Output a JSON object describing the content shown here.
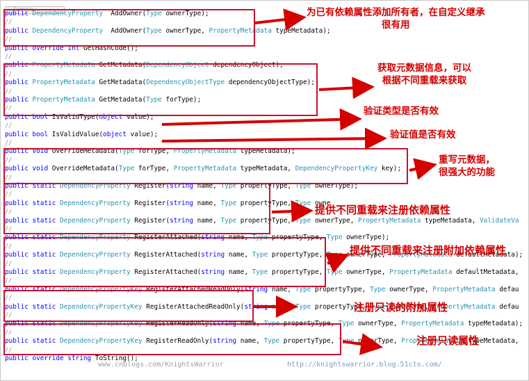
{
  "summary_tab": "/ Summary",
  "comment": "//",
  "lines": [
    {
      "t": "code",
      "tokens": [
        [
          "kw",
          "public "
        ],
        [
          "ty",
          "DependencyProperty"
        ],
        [
          "",
          "  AddOwner("
        ],
        [
          "ty",
          "Type"
        ],
        [
          "",
          " ownerType);"
        ]
      ]
    },
    {
      "t": "comment"
    },
    {
      "t": "code",
      "tokens": [
        [
          "kw",
          "public "
        ],
        [
          "ty",
          "DependencyProperty"
        ],
        [
          "",
          "  AddOwner("
        ],
        [
          "ty",
          "Type"
        ],
        [
          "",
          " ownerType, "
        ],
        [
          "ty",
          "PropertyMetadata"
        ],
        [
          "",
          " typeMetadata);"
        ]
      ]
    },
    {
      "t": "comment"
    },
    {
      "t": "code",
      "tokens": [
        [
          "kw",
          "public override int "
        ],
        [
          "",
          "GetHashCode();"
        ]
      ]
    },
    {
      "t": "comment"
    },
    {
      "t": "code",
      "tokens": [
        [
          "kw",
          "public "
        ],
        [
          "ty",
          "PropertyMetadata"
        ],
        [
          "",
          " GetMetadata("
        ],
        [
          "ty",
          "DependencyObject"
        ],
        [
          "",
          " dependencyObject);"
        ]
      ]
    },
    {
      "t": "comment"
    },
    {
      "t": "code",
      "tokens": [
        [
          "kw",
          "public "
        ],
        [
          "ty",
          "PropertyMetadata"
        ],
        [
          "",
          " GetMetadata("
        ],
        [
          "ty",
          "DependencyObjectType"
        ],
        [
          "",
          " dependencyObjectType);"
        ]
      ]
    },
    {
      "t": "comment"
    },
    {
      "t": "code",
      "tokens": [
        [
          "kw",
          "public "
        ],
        [
          "ty",
          "PropertyMetadata"
        ],
        [
          "",
          " GetMetadata("
        ],
        [
          "ty",
          "Type"
        ],
        [
          "",
          " forType);"
        ]
      ]
    },
    {
      "t": "comment"
    },
    {
      "t": "code",
      "tokens": [
        [
          "kw",
          "public bool "
        ],
        [
          "",
          "IsValidType("
        ],
        [
          "kw",
          "object"
        ],
        [
          "",
          " value);"
        ]
      ]
    },
    {
      "t": "comment"
    },
    {
      "t": "code",
      "tokens": [
        [
          "kw",
          "public bool "
        ],
        [
          "",
          "IsValidValue("
        ],
        [
          "kw",
          "object"
        ],
        [
          "",
          " value);"
        ]
      ]
    },
    {
      "t": "comment"
    },
    {
      "t": "code",
      "tokens": [
        [
          "kw",
          "public void "
        ],
        [
          "",
          "OverrideMetadata("
        ],
        [
          "ty",
          "Type"
        ],
        [
          "",
          " forType, "
        ],
        [
          "ty",
          "PropertyMetadata"
        ],
        [
          "",
          " typeMetadata);"
        ]
      ]
    },
    {
      "t": "comment"
    },
    {
      "t": "code",
      "tokens": [
        [
          "kw",
          "public void "
        ],
        [
          "",
          "OverrideMetadata("
        ],
        [
          "ty",
          "Type"
        ],
        [
          "",
          " forType, "
        ],
        [
          "ty",
          "PropertyMetadata"
        ],
        [
          "",
          " typeMetadata, "
        ],
        [
          "ty",
          "DependencyPropertyKey"
        ],
        [
          "",
          " key);"
        ]
      ]
    },
    {
      "t": "comment"
    },
    {
      "t": "code",
      "tokens": [
        [
          "kw",
          "public static "
        ],
        [
          "ty",
          "DependencyProperty"
        ],
        [
          "",
          " Register("
        ],
        [
          "kw",
          "string"
        ],
        [
          "",
          " name, "
        ],
        [
          "ty",
          "Type"
        ],
        [
          "",
          " propertyType, "
        ],
        [
          "ty",
          "Type"
        ],
        [
          "",
          " ownerType);"
        ]
      ]
    },
    {
      "t": "comment"
    },
    {
      "t": "code",
      "tokens": [
        [
          "kw",
          "public static "
        ],
        [
          "ty",
          "DependencyProperty"
        ],
        [
          "",
          " Register("
        ],
        [
          "kw",
          "string"
        ],
        [
          "",
          " name, "
        ],
        [
          "ty",
          "Type"
        ],
        [
          "",
          " propertyType, "
        ],
        [
          "ty",
          "Type"
        ],
        [
          "",
          " owne"
        ]
      ]
    },
    {
      "t": "comment"
    },
    {
      "t": "code",
      "tokens": [
        [
          "kw",
          "public static "
        ],
        [
          "ty",
          "DependencyProperty"
        ],
        [
          "",
          " Register("
        ],
        [
          "kw",
          "string"
        ],
        [
          "",
          " name, "
        ],
        [
          "ty",
          "Type"
        ],
        [
          "",
          " propertyType, "
        ],
        [
          "ty",
          "Type"
        ],
        [
          "",
          " ownerType, "
        ],
        [
          "ty",
          "PropertyMetadata"
        ],
        [
          "",
          " typeMetadata, "
        ],
        [
          "ty",
          "ValidateVa"
        ]
      ]
    },
    {
      "t": "comment"
    },
    {
      "t": "code",
      "tokens": [
        [
          "kw",
          "public static "
        ],
        [
          "ty",
          "DependencyProperty"
        ],
        [
          "",
          " RegisterAttached("
        ],
        [
          "kw",
          "string"
        ],
        [
          "",
          " name, "
        ],
        [
          "ty",
          "Type"
        ],
        [
          "",
          " propertyType, "
        ],
        [
          "ty",
          "Type"
        ],
        [
          "",
          " ownerType);"
        ]
      ]
    },
    {
      "t": "comment"
    },
    {
      "t": "code",
      "tokens": [
        [
          "kw",
          "public static "
        ],
        [
          "ty",
          "DependencyProperty"
        ],
        [
          "",
          " RegisterAttached("
        ],
        [
          "kw",
          "string"
        ],
        [
          "",
          " name, "
        ],
        [
          "ty",
          "Type"
        ],
        [
          "",
          " propertyType, "
        ],
        [
          "ty",
          "Type"
        ],
        [
          "",
          " ownerType, "
        ],
        [
          "ty",
          "PropertyMetadata"
        ],
        [
          "",
          " defaultMetadata);"
        ]
      ]
    },
    {
      "t": "comment"
    },
    {
      "t": "code",
      "tokens": [
        [
          "kw",
          "public static "
        ],
        [
          "ty",
          "DependencyProperty"
        ],
        [
          "",
          " RegisterAttached("
        ],
        [
          "kw",
          "string"
        ],
        [
          "",
          " name, "
        ],
        [
          "ty",
          "Type"
        ],
        [
          "",
          " propertyType, "
        ],
        [
          "ty",
          "Type"
        ],
        [
          "",
          " ownerType, "
        ],
        [
          "ty",
          "PropertyMetadata"
        ],
        [
          "",
          " defaultMetadata,"
        ]
      ]
    },
    {
      "t": "comment"
    },
    {
      "t": "code",
      "tokens": [
        [
          "kw",
          "public static "
        ],
        [
          "ty",
          "DependencyPropertyKey"
        ],
        [
          "",
          " RegisterAttachedReadOnly("
        ],
        [
          "kw",
          "string"
        ],
        [
          "",
          " name, "
        ],
        [
          "ty",
          "Type"
        ],
        [
          "",
          " propertyType, "
        ],
        [
          "ty",
          "Type"
        ],
        [
          "",
          " ownerType, "
        ],
        [
          "ty",
          "PropertyMetadata"
        ],
        [
          "",
          " defau"
        ]
      ]
    },
    {
      "t": "comment"
    },
    {
      "t": "code",
      "tokens": [
        [
          "kw",
          "public static "
        ],
        [
          "ty",
          "DependencyPropertyKey"
        ],
        [
          "",
          " RegisterAttachedReadOnly("
        ],
        [
          "kw",
          "string"
        ],
        [
          "",
          " name, "
        ],
        [
          "ty",
          "Type"
        ],
        [
          "",
          " propertyType, "
        ],
        [
          "ty",
          "Type"
        ],
        [
          "",
          " ownerType, "
        ],
        [
          "ty",
          "PropertyMetadata"
        ],
        [
          "",
          " defau"
        ]
      ]
    },
    {
      "t": "comment"
    },
    {
      "t": "code",
      "tokens": [
        [
          "kw",
          "public static "
        ],
        [
          "ty",
          "DependencyPropertyKey"
        ],
        [
          "",
          " RegisterReadOnly("
        ],
        [
          "kw",
          "string"
        ],
        [
          "",
          " name, "
        ],
        [
          "ty",
          "Type"
        ],
        [
          "",
          " propertyType, "
        ],
        [
          "ty",
          "Type"
        ],
        [
          "",
          " ownerType, "
        ],
        [
          "ty",
          "PropertyMetadata"
        ],
        [
          "",
          " typeMetadata);"
        ]
      ]
    },
    {
      "t": "comment"
    },
    {
      "t": "code",
      "tokens": [
        [
          "kw",
          "public static "
        ],
        [
          "ty",
          "DependencyPropertyKey"
        ],
        [
          "",
          " RegisterReadOnly("
        ],
        [
          "kw",
          "string"
        ],
        [
          "",
          " name, "
        ],
        [
          "ty",
          "Type"
        ],
        [
          "",
          " propertyType, "
        ],
        [
          "ty",
          "Type"
        ],
        [
          "",
          " ownerType, "
        ],
        [
          "ty",
          "PropertyMetadata"
        ],
        [
          "",
          " typeMetadata,"
        ]
      ]
    },
    {
      "t": "comment"
    },
    {
      "t": "code",
      "tokens": [
        [
          "kw",
          "public override string "
        ],
        [
          "",
          "ToString();"
        ]
      ]
    }
  ],
  "annotations": [
    {
      "id": "ann-add-owner",
      "text": "为已有依赖属性添加所有者，在自定义继承\n很有用"
    },
    {
      "id": "ann-get-metadata",
      "text": "获取元数据信息，可以\n根据不同重载来获取"
    },
    {
      "id": "ann-is-valid-type",
      "text": "验证类型是否有效"
    },
    {
      "id": "ann-is-valid-value",
      "text": "验证值是否有效"
    },
    {
      "id": "ann-override-metadata",
      "text": "重写元数据，\n很强大的功能"
    },
    {
      "id": "ann-register",
      "text": "提供不同重载来注册依赖属性"
    },
    {
      "id": "ann-register-attached",
      "text": "提供不同重载来注册附加依赖属性"
    },
    {
      "id": "ann-register-attached-readonly",
      "text": "注册只读的附加属性"
    },
    {
      "id": "ann-register-readonly",
      "text": "注册只读属性"
    }
  ],
  "watermark": {
    "left": "www.cnblogs.com/KnightsWarrior",
    "right": "http://knightswarrior.blog.51cto.com/"
  },
  "colors": {
    "keyword": "#0000ff",
    "type": "#2b91af",
    "highlight": "#c8102e",
    "annotation": "#d40000"
  }
}
